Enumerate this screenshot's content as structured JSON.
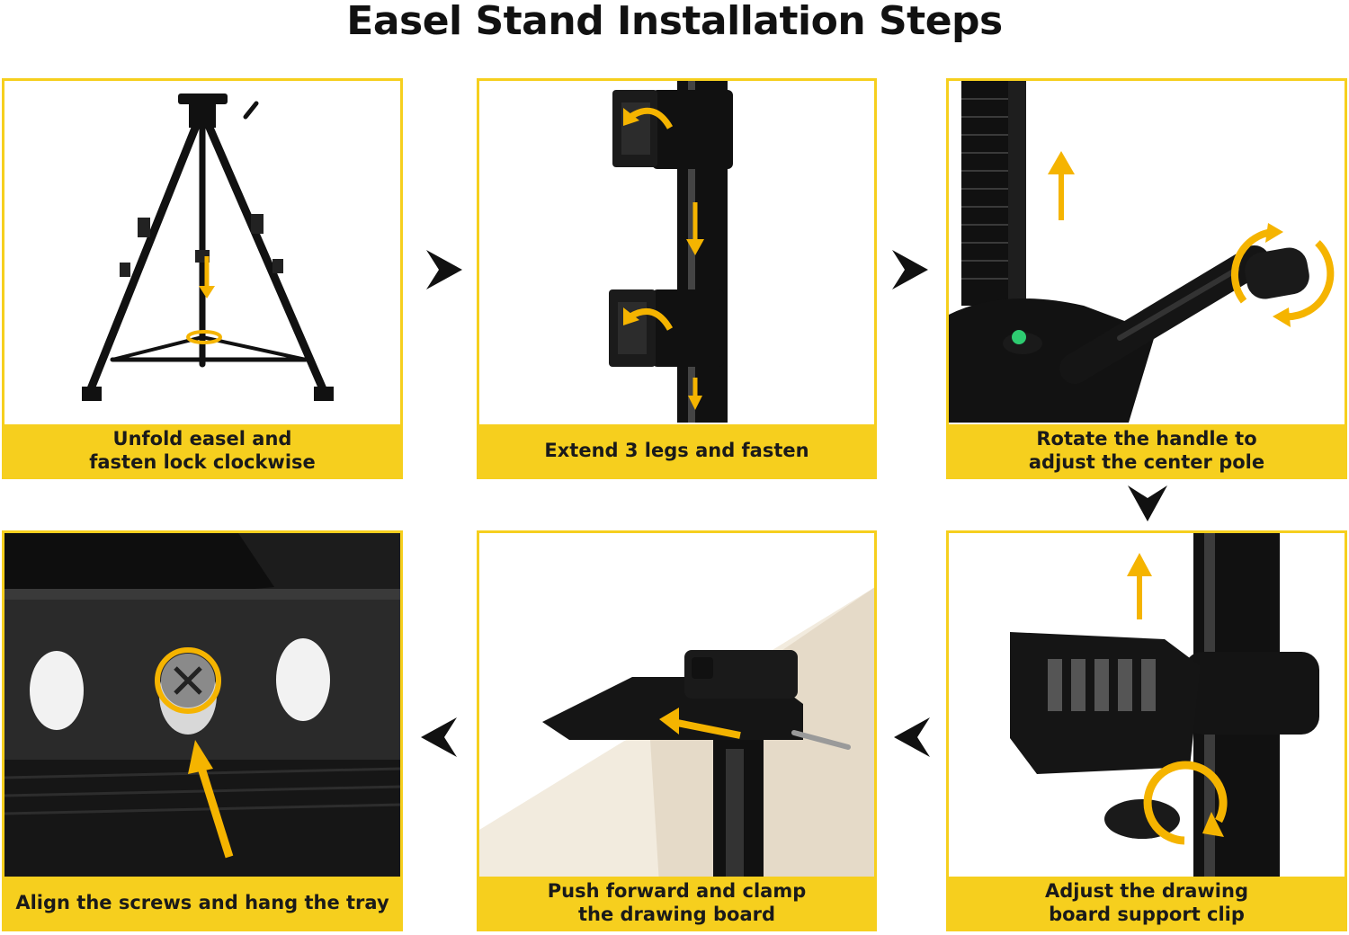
{
  "title": "Easel Stand Installation Steps",
  "colors": {
    "accent": "#f6cf1e",
    "arrow": "#f5b400",
    "dark": "#111111"
  },
  "steps": [
    {
      "line1": "Unfold easel and",
      "line2": "fasten lock clockwise"
    },
    {
      "line1": "Extend 3 legs and fasten",
      "line2": ""
    },
    {
      "line1": "Rotate the handle to",
      "line2": "adjust the center pole"
    },
    {
      "line1": "Adjust the drawing",
      "line2": "board support clip"
    },
    {
      "line1": "Push forward and clamp",
      "line2": "the drawing board"
    },
    {
      "line1": "Align the screws and hang the tray",
      "line2": ""
    }
  ],
  "flow_arrows": [
    "arrow-right-icon",
    "arrow-right-icon",
    "arrow-down-icon",
    "arrow-left-icon",
    "arrow-left-icon"
  ]
}
